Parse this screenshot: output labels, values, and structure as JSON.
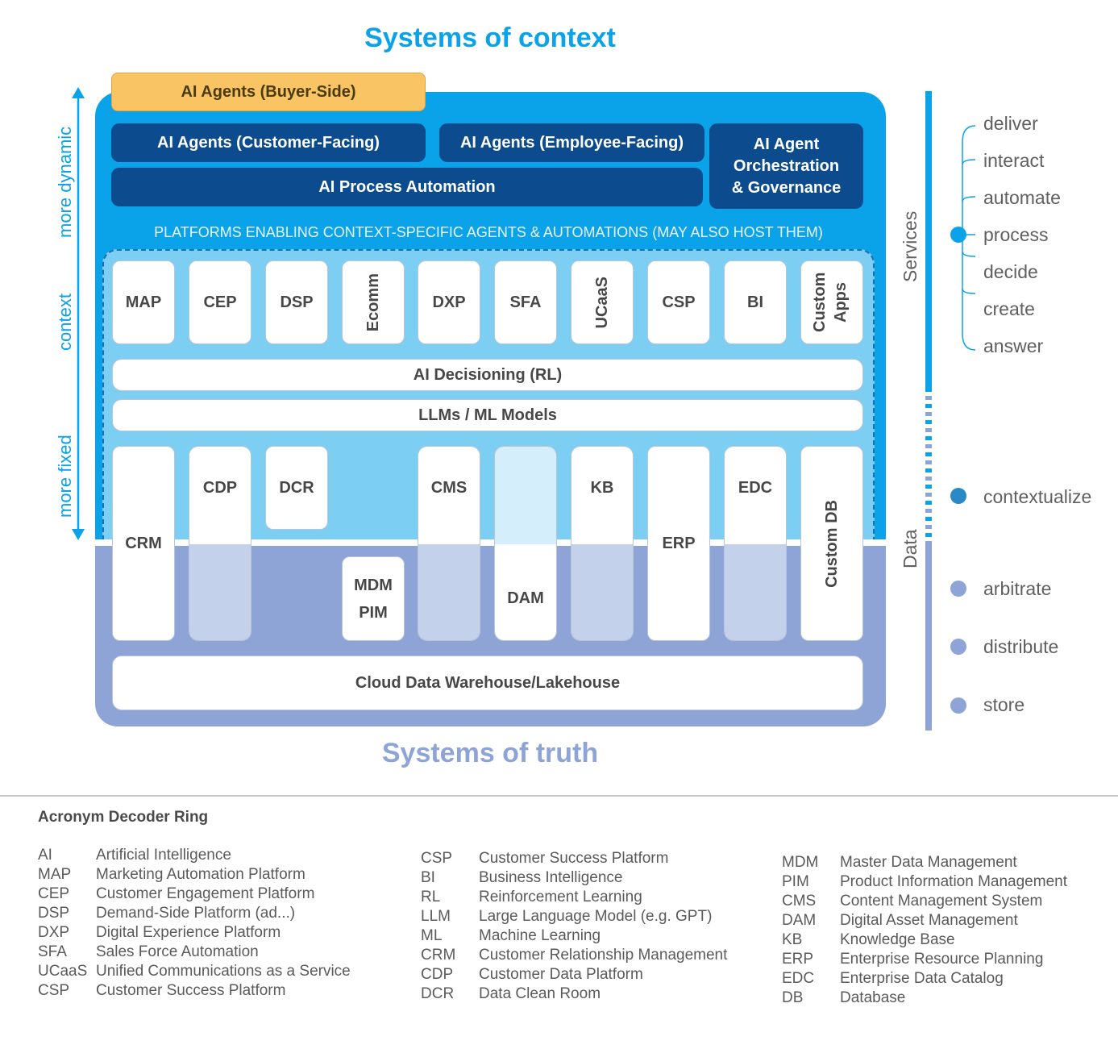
{
  "titles": {
    "context": "Systems of context",
    "truth": "Systems of truth"
  },
  "agents": {
    "buyer": "AI Agents (Buyer-Side)",
    "customer": "AI Agents (Customer-Facing)",
    "employee": "AI Agents (Employee-Facing)",
    "process_automation": "AI Process Automation",
    "orchestration_line1": "AI Agent",
    "orchestration_line2": "Orchestration",
    "orchestration_line3": "& Governance"
  },
  "platform_label": "PLATFORMS ENABLING CONTEXT-SPECIFIC AGENTS & AUTOMATIONS (MAY ALSO HOST THEM)",
  "platforms": [
    "MAP",
    "CEP",
    "DSP",
    "Ecomm",
    "DXP",
    "SFA",
    "UCaaS",
    "CSP",
    "BI",
    "Custom Apps"
  ],
  "layers": {
    "decisioning": "AI Decisioning (RL)",
    "models": "LLMs / ML Models",
    "warehouse": "Cloud Data Warehouse/Lakehouse"
  },
  "data_systems": {
    "crm": "CRM",
    "cdp": "CDP",
    "dcr": "DCR",
    "mdm": "MDM",
    "pim": "PIM",
    "cms": "CMS",
    "dam": "DAM",
    "kb": "KB",
    "erp": "ERP",
    "edc": "EDC",
    "custom_db": "Custom DB"
  },
  "left_axis": {
    "dynamic": "more dynamic",
    "context": "context",
    "fixed": "more fixed"
  },
  "right_axis": {
    "services": "Services",
    "data": "Data"
  },
  "service_verbs": [
    "deliver",
    "interact",
    "automate",
    "process",
    "decide",
    "create",
    "answer"
  ],
  "data_verbs": {
    "contextualize": "contextualize",
    "arbitrate": "arbitrate",
    "distribute": "distribute",
    "store": "store"
  },
  "legend": {
    "title": "Acronym Decoder Ring",
    "col1": [
      {
        "abbr": "AI",
        "full": "Artificial Intelligence"
      },
      {
        "abbr": "MAP",
        "full": "Marketing Automation Platform"
      },
      {
        "abbr": "CEP",
        "full": "Customer Engagement Platform"
      },
      {
        "abbr": "DSP",
        "full": "Demand-Side Platform (ad...)"
      },
      {
        "abbr": "DXP",
        "full": "Digital Experience Platform"
      },
      {
        "abbr": "SFA",
        "full": "Sales Force Automation"
      },
      {
        "abbr": "UCaaS",
        "full": "Unified Communications as a Service"
      },
      {
        "abbr": "CSP",
        "full": "Customer Success Platform"
      }
    ],
    "col2": [
      {
        "abbr": "CSP",
        "full": "Customer Success Platform"
      },
      {
        "abbr": "BI",
        "full": "Business Intelligence"
      },
      {
        "abbr": "RL",
        "full": "Reinforcement Learning"
      },
      {
        "abbr": "LLM",
        "full": "Large Language Model (e.g. GPT)"
      },
      {
        "abbr": "ML",
        "full": "Machine Learning"
      },
      {
        "abbr": "CRM",
        "full": "Customer Relationship Management"
      },
      {
        "abbr": "CDP",
        "full": "Customer Data Platform"
      },
      {
        "abbr": "DCR",
        "full": "Data Clean Room"
      }
    ],
    "col3": [
      {
        "abbr": "MDM",
        "full": "Master Data Management"
      },
      {
        "abbr": "PIM",
        "full": "Product Information Management"
      },
      {
        "abbr": "CMS",
        "full": "Content Management System"
      },
      {
        "abbr": "DAM",
        "full": "Digital Asset Management"
      },
      {
        "abbr": "KB",
        "full": "Knowledge Base"
      },
      {
        "abbr": "ERP",
        "full": "Enterprise Resource Planning"
      },
      {
        "abbr": "EDC",
        "full": "Enterprise Data Catalog"
      },
      {
        "abbr": "DB",
        "full": "Database"
      }
    ]
  },
  "colors": {
    "context_blue": "#0aa2e8",
    "truth_blue": "#8ea4d6",
    "navy": "#0c4c8e",
    "buyer_orange": "#f9c464",
    "light_blue": "#7ccff3"
  }
}
